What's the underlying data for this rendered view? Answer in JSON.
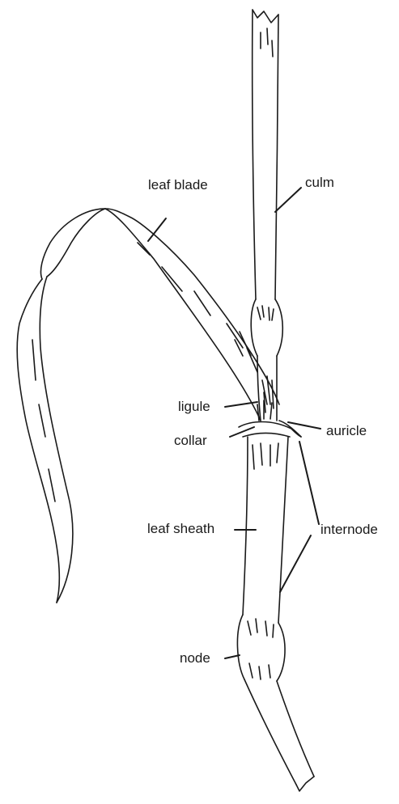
{
  "labels": {
    "leaf_blade": "leaf blade",
    "culm": "culm",
    "ligule": "ligule",
    "auricle": "auricle",
    "collar": "collar",
    "leaf_sheath": "leaf sheath",
    "internode": "internode",
    "node": "node"
  },
  "colors": {
    "ink": "#1a1a1a",
    "background": "#ffffff"
  }
}
